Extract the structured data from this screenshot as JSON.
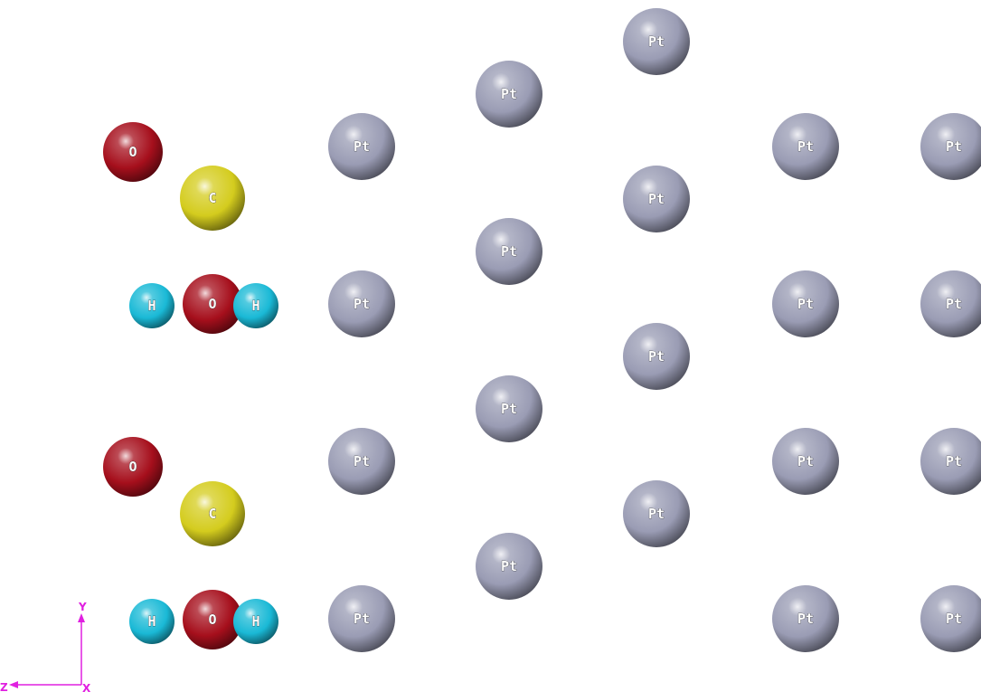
{
  "colors": {
    "Pt": "#9a9cb4",
    "O": "#a60f1c",
    "C": "#d4cc1e",
    "H": "#1ab9d6",
    "axis": "#e020e0",
    "background": "#ffffff"
  },
  "axis_triad": {
    "y_label": "Y",
    "z_label": "Z",
    "x_label": "X"
  },
  "atoms": [
    {
      "element": "Pt",
      "label": "Pt"
    },
    {
      "element": "Pt",
      "label": "Pt"
    },
    {
      "element": "Pt",
      "label": "Pt"
    },
    {
      "element": "Pt",
      "label": "Pt"
    },
    {
      "element": "Pt",
      "label": "Pt"
    },
    {
      "element": "Pt",
      "label": "Pt"
    },
    {
      "element": "Pt",
      "label": "Pt"
    },
    {
      "element": "Pt",
      "label": "Pt"
    },
    {
      "element": "Pt",
      "label": "Pt"
    },
    {
      "element": "Pt",
      "label": "Pt"
    },
    {
      "element": "Pt",
      "label": "Pt"
    },
    {
      "element": "Pt",
      "label": "Pt"
    },
    {
      "element": "Pt",
      "label": "Pt"
    },
    {
      "element": "Pt",
      "label": "Pt"
    },
    {
      "element": "Pt",
      "label": "Pt"
    },
    {
      "element": "Pt",
      "label": "Pt"
    },
    {
      "element": "Pt",
      "label": "Pt"
    },
    {
      "element": "Pt",
      "label": "Pt"
    },
    {
      "element": "Pt",
      "label": "Pt"
    },
    {
      "element": "Pt",
      "label": "Pt"
    },
    {
      "element": "Pt",
      "label": "Pt"
    },
    {
      "element": "O",
      "label": "O"
    },
    {
      "element": "C",
      "label": "C"
    },
    {
      "element": "H",
      "label": "H"
    },
    {
      "element": "O",
      "label": "O"
    },
    {
      "element": "H",
      "label": "H"
    },
    {
      "element": "O",
      "label": "O"
    },
    {
      "element": "C",
      "label": "C"
    },
    {
      "element": "H",
      "label": "H"
    },
    {
      "element": "O",
      "label": "O"
    },
    {
      "element": "H",
      "label": "H"
    }
  ]
}
